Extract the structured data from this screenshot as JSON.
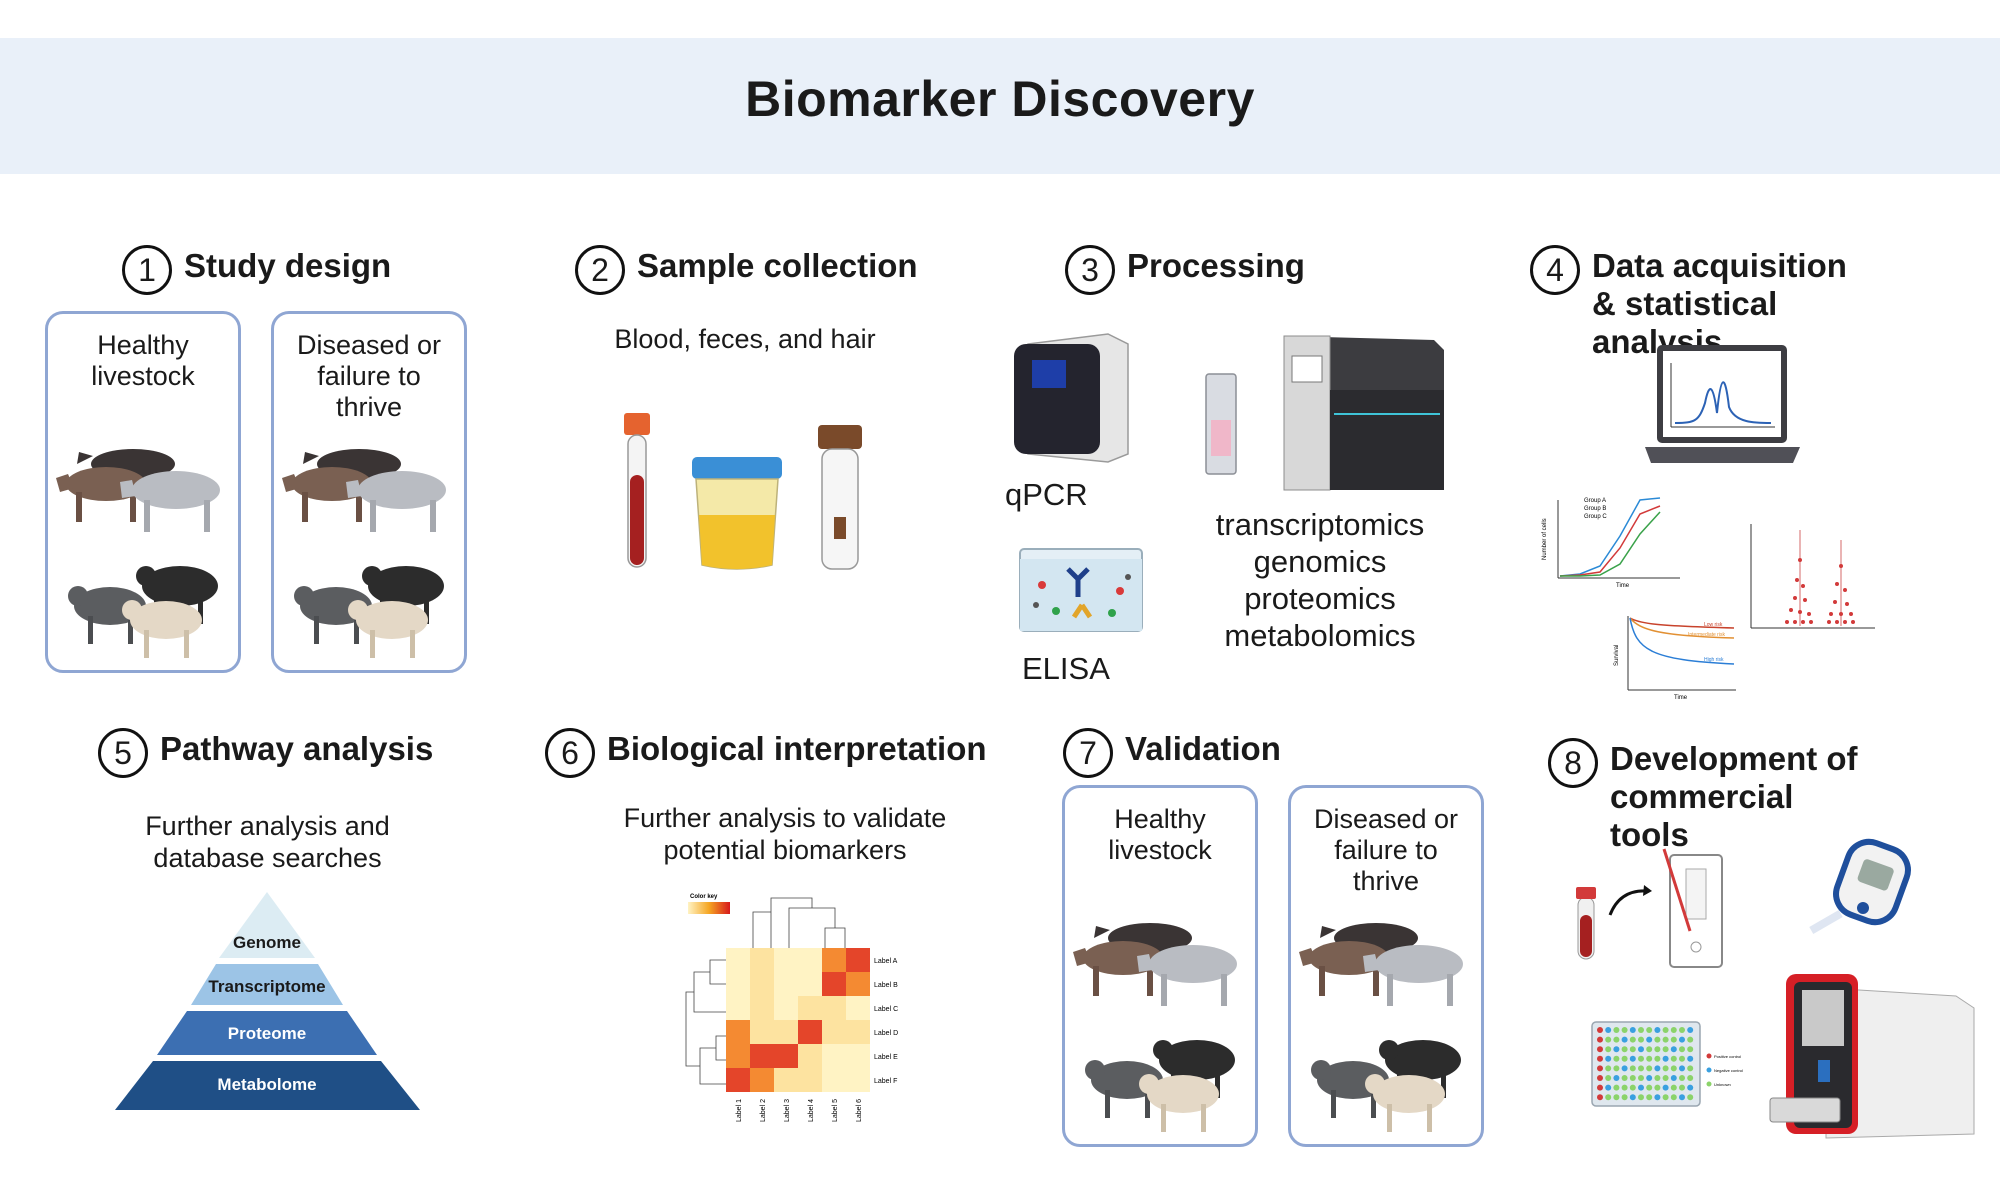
{
  "title": "Biomarker Discovery",
  "steps": [
    {
      "num": "1",
      "title": "Study design"
    },
    {
      "num": "2",
      "title": "Sample collection"
    },
    {
      "num": "3",
      "title": "Processing"
    },
    {
      "num": "4",
      "title": "Data acquisition & statistical analysis"
    },
    {
      "num": "5",
      "title": "Pathway analysis"
    },
    {
      "num": "6",
      "title": "Biological interpretation"
    },
    {
      "num": "7",
      "title": "Validation"
    },
    {
      "num": "8",
      "title": "Development of commercial tools"
    }
  ],
  "groups": {
    "healthy": "Healthy livestock",
    "diseased": "Diseased or failure to thrive"
  },
  "sample_collection": {
    "caption": "Blood, feces, and hair"
  },
  "processing": {
    "qpcr": "qPCR",
    "elisa": "ELISA",
    "omics": [
      "transcriptomics",
      "genomics",
      "proteomics",
      "metabolomics"
    ]
  },
  "pathway": {
    "caption": "Further analysis and database searches",
    "pyramid": [
      "Genome",
      "Transcriptome",
      "Proteome",
      "Metabolome"
    ]
  },
  "interpretation": {
    "caption": "Further analysis to validate potential biomarkers",
    "color_key": "Color key",
    "row_labels": [
      "Label A",
      "Label B",
      "Label C",
      "Label D",
      "Label E",
      "Label F"
    ],
    "col_labels": [
      "Label 1",
      "Label 2",
      "Label 3",
      "Label 4",
      "Label 5",
      "Label 6"
    ]
  },
  "stats_charts": {
    "growth_legend": [
      "Group A",
      "Group B",
      "Group C"
    ],
    "growth_ylabel": "Number of cells",
    "growth_xlabel": "Time",
    "survival_ylabel": "Survival",
    "survival_xlabel": "Time",
    "survival_curves": [
      "Low risk",
      "Intermediate risk",
      "High risk"
    ]
  },
  "plate_legend": [
    "Positive control",
    "Negative control",
    "Unknown"
  ],
  "colors": {
    "banner": "#e9f0f9",
    "box_border": "#8fa6d3",
    "pyramid": [
      "#dcecf3",
      "#9cc4e6",
      "#3c6fb2",
      "#1f4f86"
    ]
  }
}
